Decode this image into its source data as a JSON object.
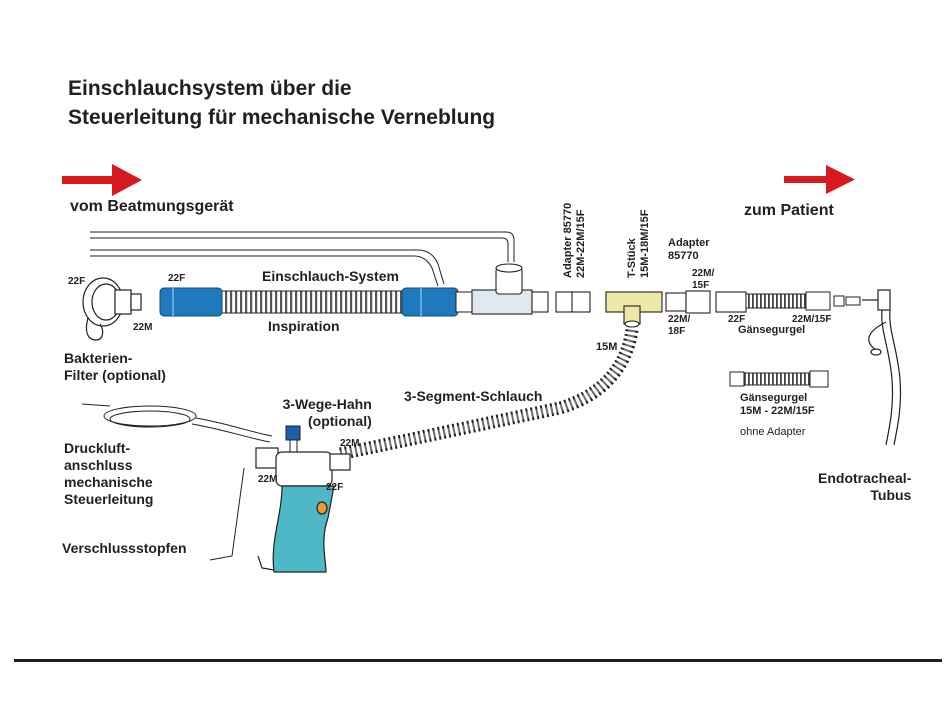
{
  "title": {
    "line1": "Einschlauchsystem über die",
    "line2": "Steuerleitung für mechanische Verneblung"
  },
  "direction": {
    "from_ventilator": "vom Beatmungsgerät",
    "to_patient": "zum Patient"
  },
  "labels": {
    "filter_22f": "22F",
    "filter_22m": "22M",
    "filter_name_1": "Bakterien-",
    "filter_name_2": "Filter (optional)",
    "hose_22f": "22F",
    "hose_name": "Einschlauch-System",
    "inspiration": "Inspiration",
    "adapter1_line1": "Adapter 85770",
    "adapter1_line2": "22M-22M/15F",
    "tpiece_line1": "T-Stück",
    "tpiece_line2": "15M-18M/15F",
    "adapter2_line1": "Adapter",
    "adapter2_line2": "85770",
    "adapter2_top_1": "22M/",
    "adapter2_top_2": "15F",
    "adapter2_bottom_1": "22M/",
    "adapter2_bottom_2": "18F",
    "goose_22f": "22F",
    "goose_22m15f": "22M/15F",
    "goose_name": "Gänsegurgel",
    "t_15m": "15M",
    "goose_alt_line1": "Gänsegurgel",
    "goose_alt_line2": "15M - 22M/15F",
    "goose_alt_note": "ohne Adapter",
    "valve_line1": "3-Wege-Hahn",
    "valve_line2": "(optional)",
    "segment_hose": "3-Segment-Schlauch",
    "segment_22m": "22M",
    "air_line1": "Druckluft-",
    "air_line2": "anschluss",
    "air_line3": "mechanische",
    "air_line4": "Steuerleitung",
    "neb_22m": "22M",
    "neb_22f": "22F",
    "stopper": "Verschlussstopfen",
    "tube_line1": "Endotracheal-",
    "tube_line2": "Tubus"
  },
  "colors": {
    "arrow_red": "#d71920",
    "hose_blue": "#1e79bf",
    "nebulizer_teal": "#4fb8c6",
    "tpiece_yellow": "#eee8a8",
    "orange_button": "#f29a2e",
    "outline": "#231f20"
  },
  "icons": [
    "arrow-right-icon",
    "bacteria-filter-icon",
    "corrugated-hose-icon",
    "t-piece-icon",
    "adapter-icon",
    "nebulizer-icon",
    "three-way-valve-icon",
    "endotracheal-tube-icon"
  ]
}
